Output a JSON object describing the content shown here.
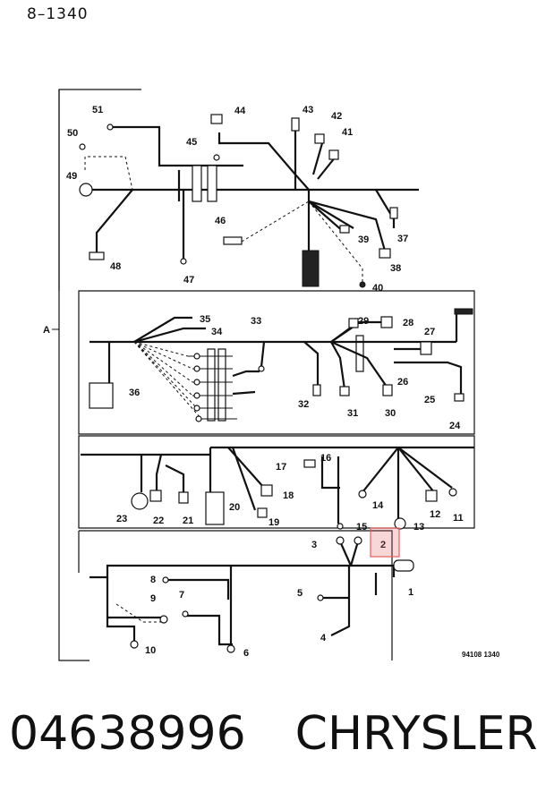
{
  "page_ref": "8–1340",
  "section_label": "A",
  "figure_code": "94108 1340",
  "highlight_color": "#e06060",
  "highlighted_callout": "2",
  "part_number": "04638996",
  "brand": "CHRYSLER",
  "callouts": [
    "1",
    "2",
    "3",
    "4",
    "5",
    "6",
    "7",
    "8",
    "9",
    "10",
    "11",
    "12",
    "13",
    "14",
    "15",
    "16",
    "17",
    "18",
    "19",
    "20",
    "21",
    "22",
    "23",
    "24",
    "25",
    "26",
    "27",
    "28",
    "29",
    "30",
    "31",
    "32",
    "33",
    "34",
    "35",
    "36",
    "37",
    "38",
    "39",
    "40",
    "41",
    "42",
    "43",
    "44",
    "45",
    "46",
    "47",
    "48",
    "49",
    "50",
    "51"
  ]
}
